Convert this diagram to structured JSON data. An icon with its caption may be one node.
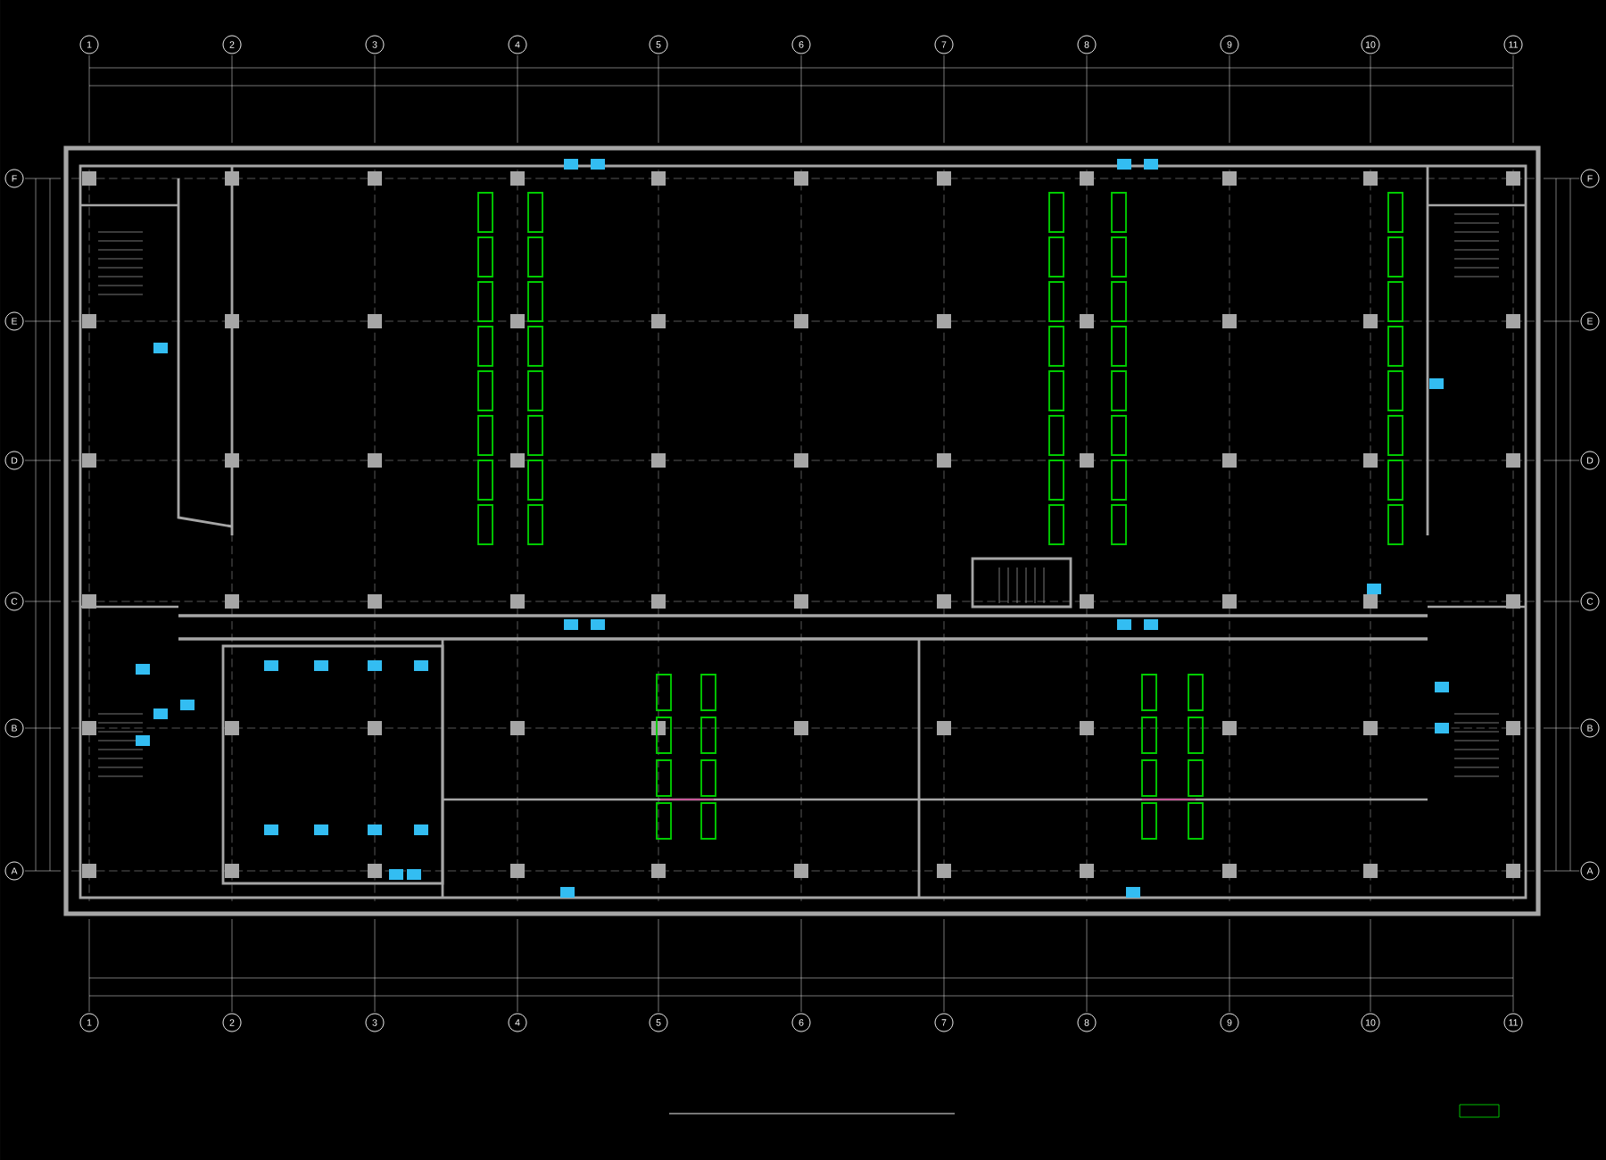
{
  "diagram": {
    "nodes": [
      {
        "text": [
          "1"
        ]
      },
      {
        "text": [
          "2"
        ]
      },
      {
        "text": [
          "3"
        ]
      },
      {
        "text": [
          "4"
        ]
      },
      {
        "text": [
          "5"
        ]
      },
      {
        "text": [
          "6"
        ]
      },
      {
        "text": [
          "7"
        ]
      },
      {
        "text": [
          "8"
        ]
      },
      {
        "text": [
          "9"
        ]
      },
      {
        "text": [
          "10"
        ]
      },
      {
        "text": [
          "11"
        ]
      },
      {
        "text": [
          "F"
        ]
      },
      {
        "text": [
          "F"
        ]
      },
      {
        "text": [
          "E"
        ]
      },
      {
        "text": [
          "E"
        ]
      },
      {
        "text": [
          "D"
        ]
      },
      {
        "text": [
          "D"
        ]
      },
      {
        "text": [
          "C"
        ]
      },
      {
        "text": [
          "C"
        ]
      },
      {
        "text": [
          "B"
        ]
      },
      {
        "text": [
          "B"
        ]
      },
      {
        "text": [
          "A"
        ]
      },
      {
        "text": [
          "A"
        ]
      },
      {
        "text": [
          "1"
        ]
      },
      {
        "text": [
          "2"
        ]
      },
      {
        "text": [
          "3"
        ]
      },
      {
        "text": [
          "4"
        ]
      },
      {
        "text": [
          "5"
        ]
      },
      {
        "text": [
          "6"
        ]
      },
      {
        "text": [
          "7"
        ]
      },
      {
        "text": [
          "8"
        ]
      },
      {
        "text": [
          "9"
        ]
      },
      {
        "text": [
          "10"
        ]
      },
      {
        "text": [
          "11"
        ]
      }
    ]
  }
}
